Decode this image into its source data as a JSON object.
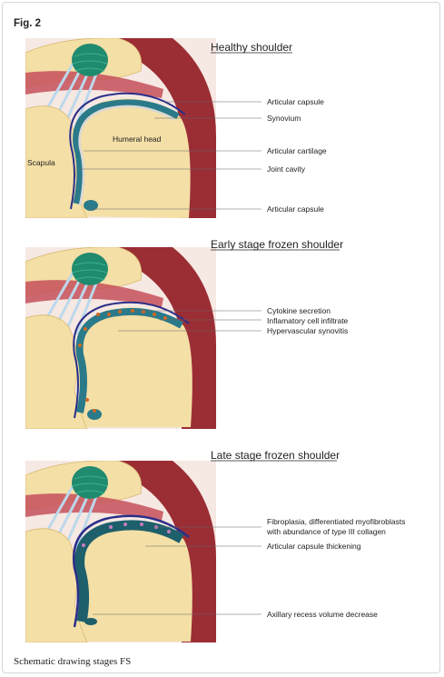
{
  "figure": {
    "label": "Fig. 2",
    "caption": "Schematic drawing stages FS"
  },
  "panels": [
    {
      "title": "Healthy shoulder",
      "inside_labels": [
        "Humeral head",
        "Scapula"
      ],
      "labels": [
        "Articular capsule",
        "Synovium",
        "Articular cartilage",
        "Joint cavity",
        "Articular capsule"
      ]
    },
    {
      "title": "Early stage frozen shoulder",
      "labels": [
        "Cytokine secretion",
        "Inflamatory cell infiltrate",
        "Hypervascular synovitis"
      ]
    },
    {
      "title": "Late stage frozen shoulder",
      "labels": [
        "Fibroplasia, differentiated myofibroblasts",
        "with abundance of type III collagen",
        "Articular capsule thickening",
        "Axillary recess volume decrease"
      ]
    }
  ],
  "colors": {
    "deltoid": "#9b2d35",
    "bone": "#f4dfa6",
    "bone_light": "#fbf0d2",
    "background": "#f6e8e2",
    "ligament": "#bcd9ec",
    "tendon": "#1f8a6e",
    "synovium": "#2a7a8a",
    "capsule": "#2c2f8a",
    "cartilage": "#d8d8d8",
    "cell": "#d2691e"
  }
}
